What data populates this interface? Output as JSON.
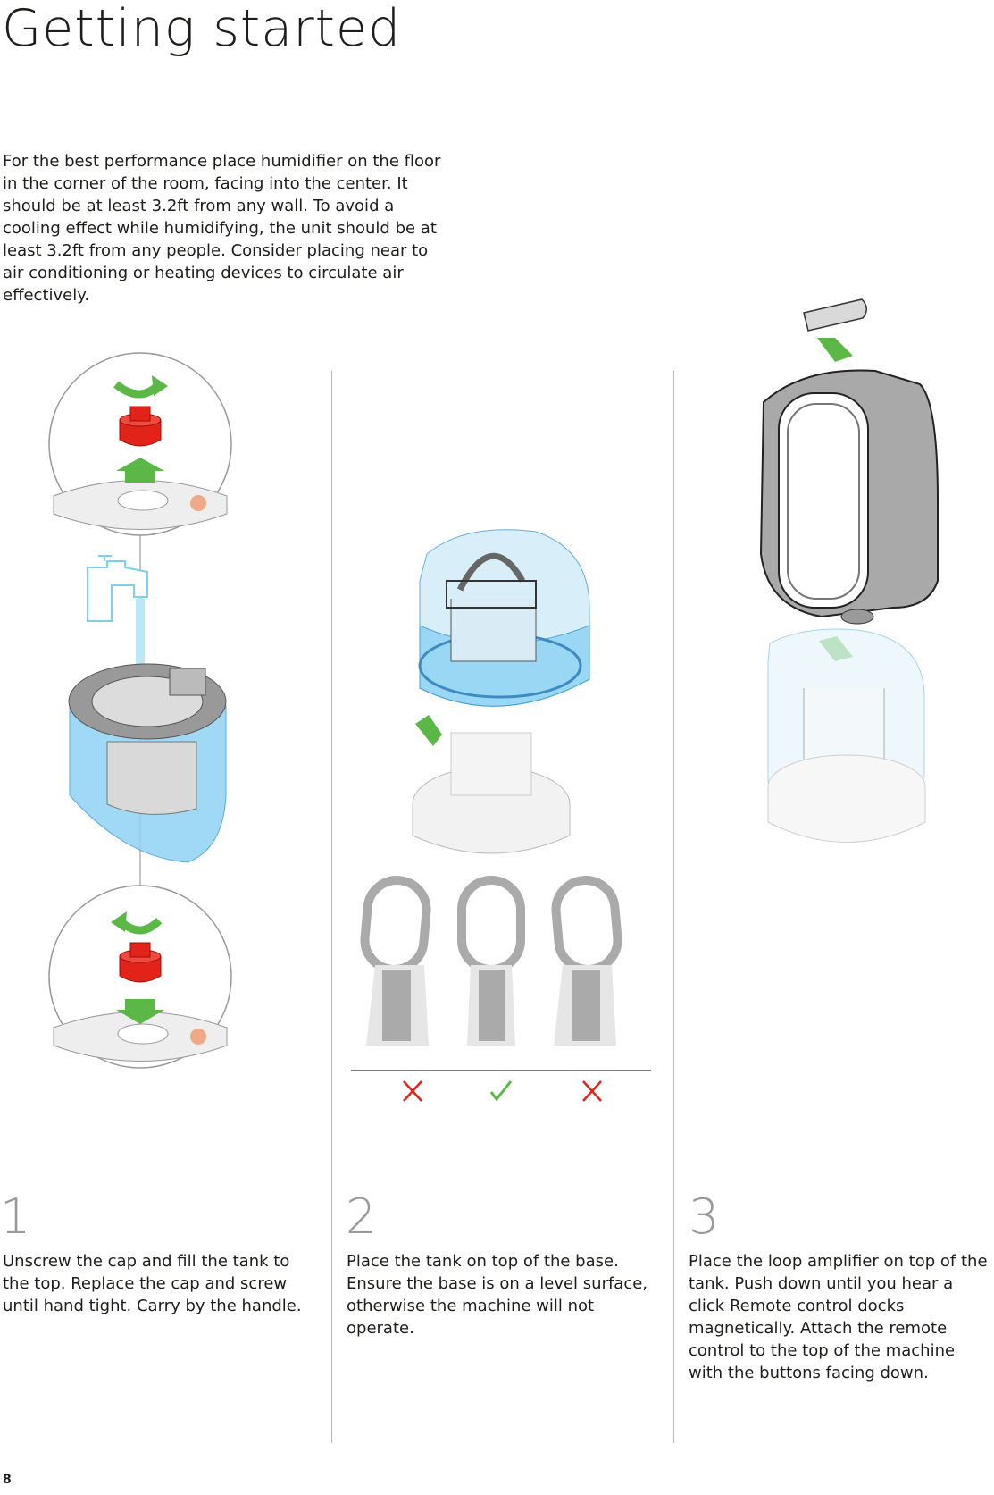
{
  "page": {
    "title": "Getting started",
    "intro": "For the best performance place humidifier on the floor in the corner of the room, facing into the center. It should be at least 3.2ft from any wall. To avoid a cooling effect while humidifying, the unit should be at least 3.2ft from any people. Consider placing near to air conditioning or heating devices to circulate air effectively.",
    "page_number": "8"
  },
  "steps": [
    {
      "number": "1",
      "text": "Unscrew the cap and fill the tank to the top. Replace the cap and screw until hand tight. Carry by the handle."
    },
    {
      "number": "2",
      "text": "Place the tank on top of the base. Ensure the base is on a level surface, otherwise the machine will not operate."
    },
    {
      "number": "3",
      "text": "Place the loop amplifier on top of the tank. Push down until you hear a click Remote control docks magnetically. Attach the remote control to the top of the machine with the buttons facing down."
    }
  ],
  "level_check": {
    "marks": [
      "✗",
      "✓",
      "✗"
    ]
  },
  "colors": {
    "water_blue": "#8fd3f4",
    "arrow_green": "#5bb847",
    "cap_red": "#e2231a",
    "grey_part": "#b5b5b5",
    "dark_grey": "#555555"
  },
  "icons": [
    "tap-icon",
    "rotate-arrow-icon",
    "push-arrow-icon",
    "cross-icon",
    "check-icon"
  ]
}
